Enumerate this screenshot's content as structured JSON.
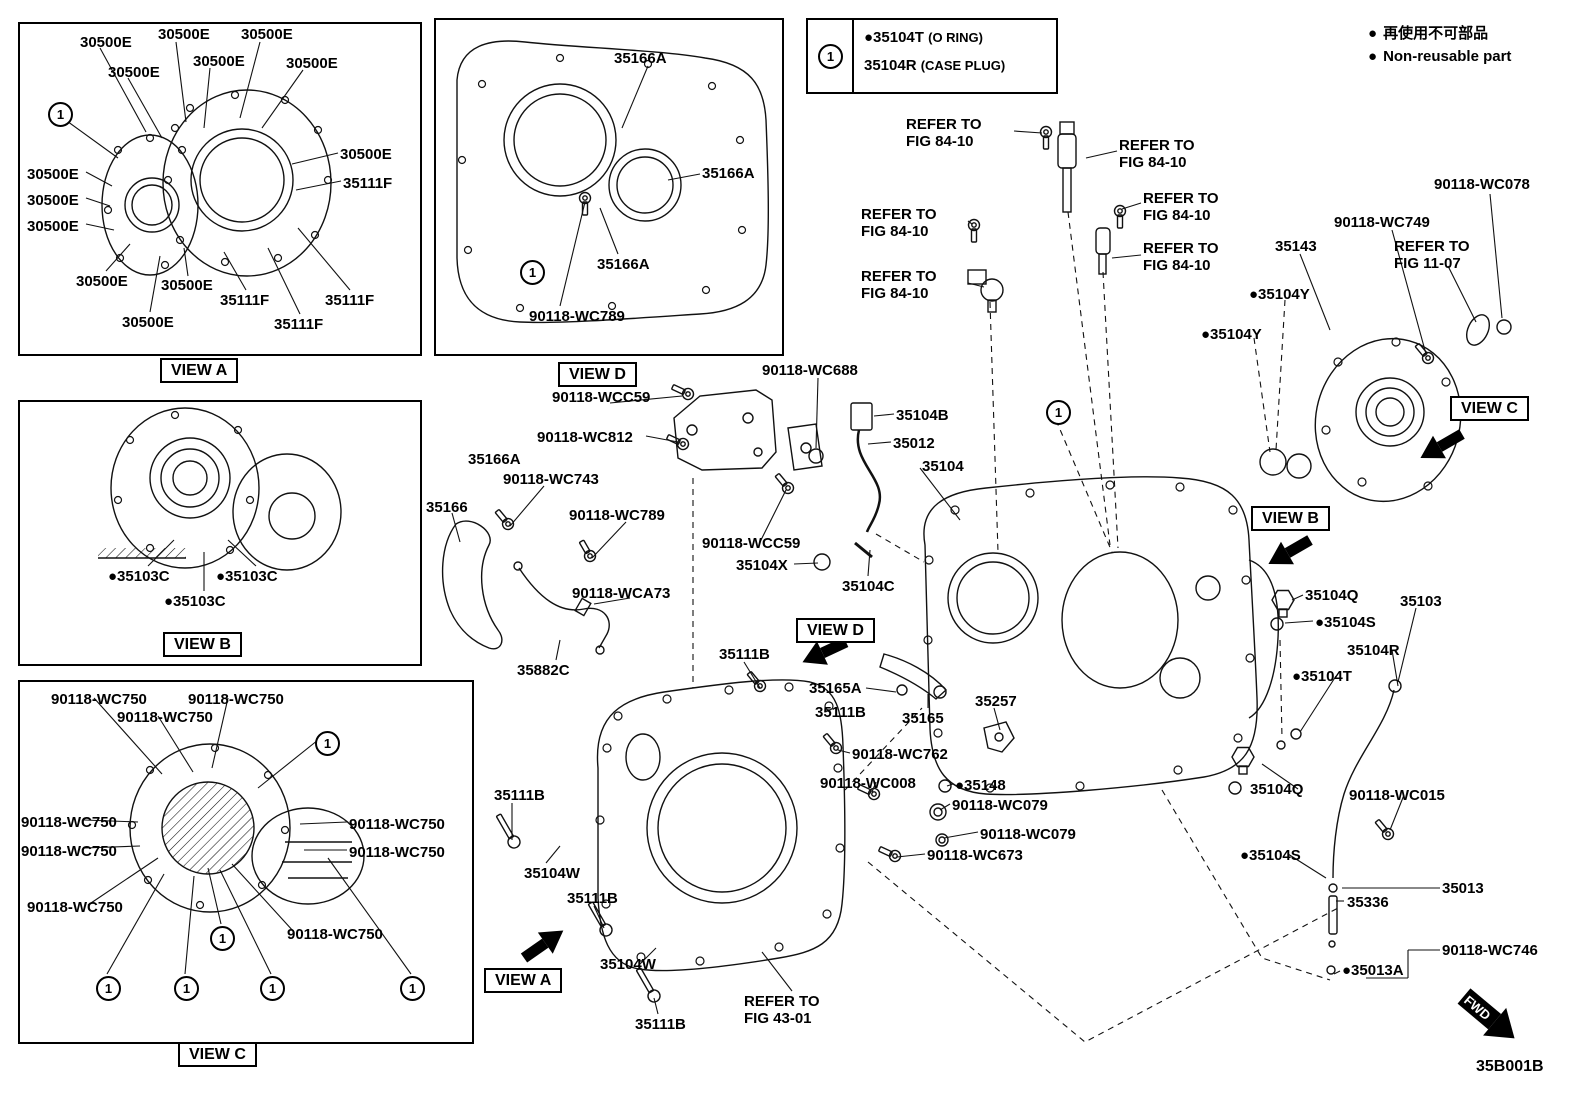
{
  "views": {
    "a": "VIEW A",
    "b": "VIEW B",
    "c": "VIEW C",
    "d": "VIEW D"
  },
  "callout_num": "1",
  "legend": {
    "bullet": "●",
    "jp": "再使用不可部品",
    "en": "Non-reusable part"
  },
  "callout": {
    "part1": "●35104T",
    "note1": "(O RING)",
    "part2": "35104R",
    "note2": "(CASE PLUG)"
  },
  "refer": {
    "to": "REFER TO",
    "fig8410": "FIG 84-10",
    "fig1107": "FIG 11-07",
    "fig4301": "FIG 43-01"
  },
  "fwd": "FWD",
  "drawing_no": "35B001B",
  "parts": {
    "a30500E": "30500E",
    "a35111F": "35111F",
    "a35166A": "35166A",
    "a35166": "35166",
    "a35104B": "35104B",
    "a35012": "35012",
    "a35104": "35104",
    "a35104X": "35104X",
    "a35104C": "35104C",
    "a35882C": "35882C",
    "a35111B": "35111B",
    "a35165A": "35165A",
    "a35165": "35165",
    "a35257": "35257",
    "a35148": "●35148",
    "a35104W": "35104W",
    "a35143": "35143",
    "a35104Y": "●35104Y",
    "a35104Q": "35104Q",
    "a35104S": "●35104S",
    "a35103": "35103",
    "a35104R": "35104R",
    "a35104T": "●35104T",
    "a35013": "35013",
    "a35336": "35336",
    "a35013A": "●35013A",
    "a35103C": "●35103C",
    "wc789": "90118-WC789",
    "wcc59": "90118-WCC59",
    "wc688": "90118-WC688",
    "wc812": "90118-WC812",
    "wc743": "90118-WC743",
    "wca73": "90118-WCA73",
    "wc762": "90118-WC762",
    "wc008": "90118-WC008",
    "wc079": "90118-WC079",
    "wc673": "90118-WC673",
    "wc750": "90118-WC750",
    "wc078": "90118-WC078",
    "wc749": "90118-WC749",
    "wc015": "90118-WC015",
    "wc746": "90118-WC746"
  }
}
